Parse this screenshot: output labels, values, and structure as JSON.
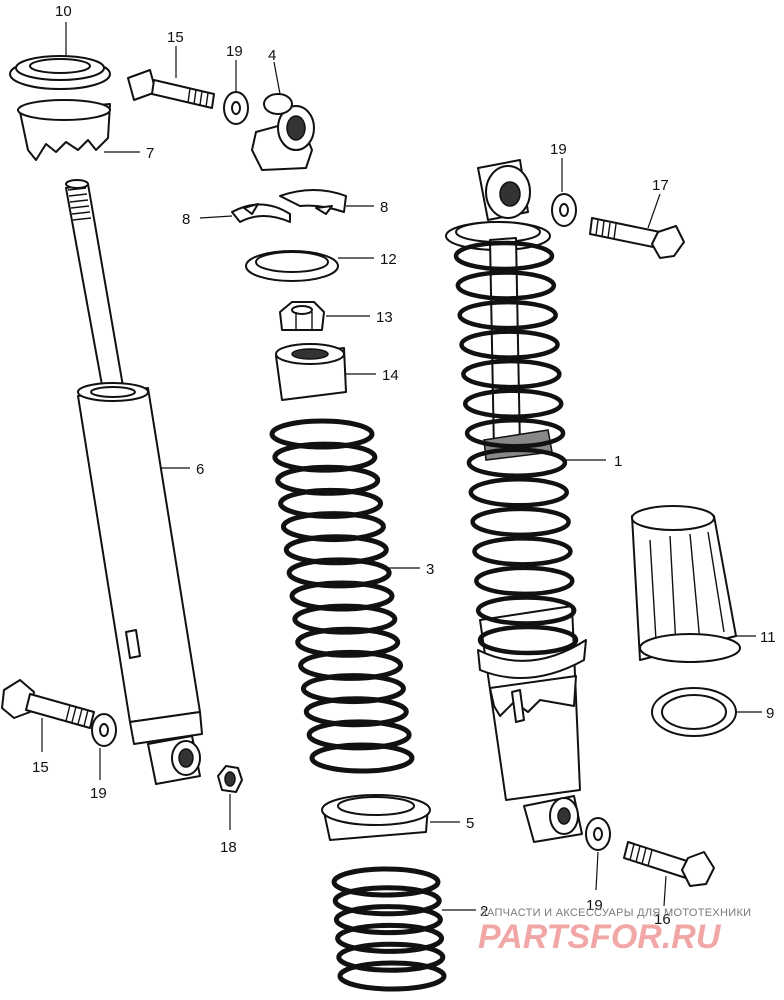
{
  "labels": {
    "p1": "1",
    "p2": "2",
    "p3": "3",
    "p4": "4",
    "p5": "5",
    "p6": "6",
    "p7": "7",
    "p8a": "8",
    "p8b": "8",
    "p9": "9",
    "p10": "10",
    "p11": "11",
    "p12": "12",
    "p13": "13",
    "p14": "14",
    "p15a": "15",
    "p15b": "15",
    "p16": "16",
    "p17": "17",
    "p18": "18",
    "p19a": "19",
    "p19b": "19",
    "p19c": "19",
    "p19d": "19"
  },
  "watermark": {
    "tagline": "ЗАПЧАСТИ И АКСЕССУАРЫ ДЛЯ МОТОТЕХНИКИ",
    "logo": "PARTSFOR.RU",
    "logo_color": "#f2a7a7"
  }
}
